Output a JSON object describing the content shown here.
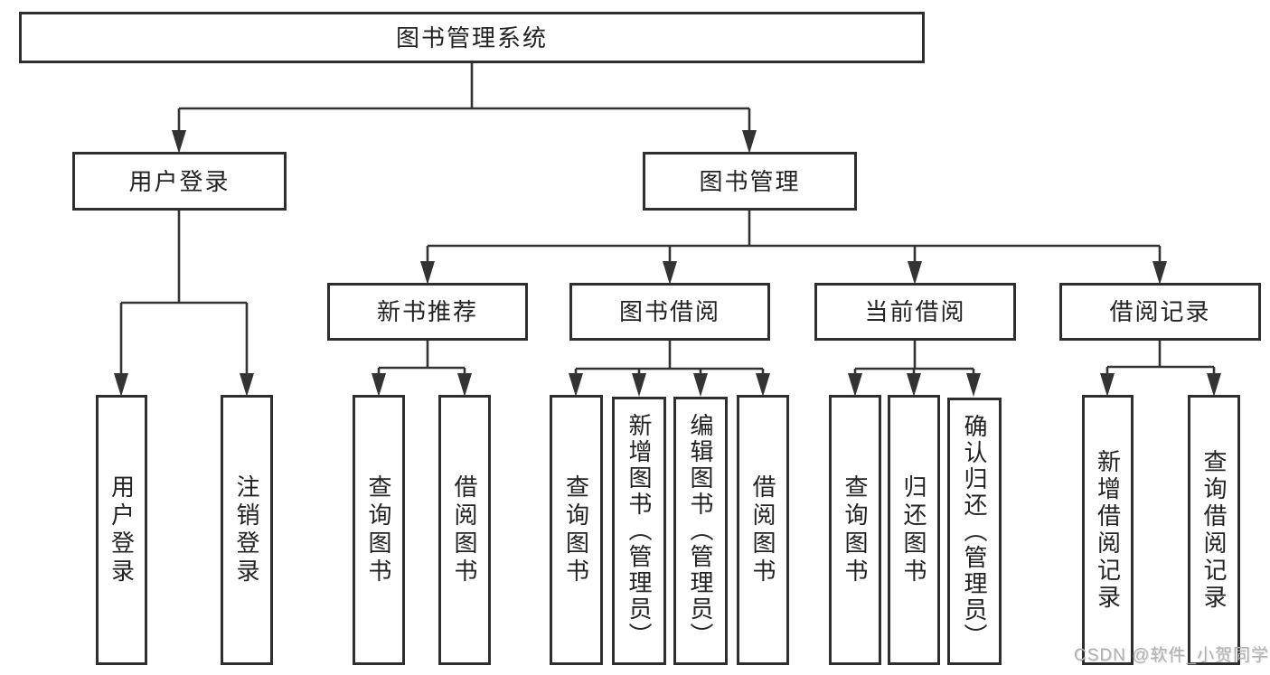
{
  "colors": {
    "line": "#333333",
    "box_border": "#2e2e2e",
    "text": "#222222",
    "watermark": "#b1b1b1",
    "background": "#ffffff"
  },
  "watermark": {
    "text": "CSDN @软件_小贺同学"
  },
  "tree": {
    "root": {
      "label": "图书管理系统",
      "children": [
        {
          "label": "用户登录",
          "children": [
            {
              "label": "用户登录"
            },
            {
              "label": "注销登录"
            }
          ]
        },
        {
          "label": "图书管理",
          "children": [
            {
              "label": "新书推荐",
              "children": [
                {
                  "label": "查询图书"
                },
                {
                  "label": "借阅图书"
                }
              ]
            },
            {
              "label": "图书借阅",
              "children": [
                {
                  "label": "查询图书"
                },
                {
                  "label": "新增图书（管理员）"
                },
                {
                  "label": "编辑图书（管理员）"
                },
                {
                  "label": "借阅图书"
                }
              ]
            },
            {
              "label": "当前借阅",
              "children": [
                {
                  "label": "查询图书"
                },
                {
                  "label": "归还图书"
                },
                {
                  "label": "确认归还（管理员）"
                }
              ]
            },
            {
              "label": "借阅记录",
              "children": [
                {
                  "label": "新增借阅记录"
                },
                {
                  "label": "查询借阅记录"
                }
              ]
            }
          ]
        }
      ]
    }
  }
}
